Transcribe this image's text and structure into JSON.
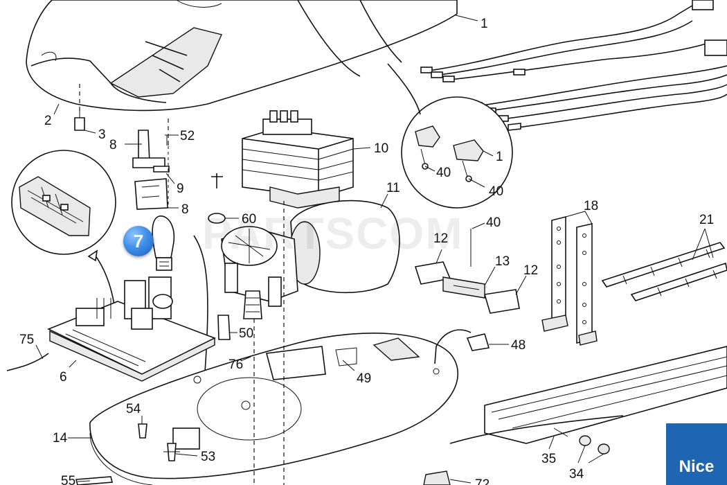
{
  "brand": {
    "logo_text": "Nice"
  },
  "watermark": {
    "text": "PARTSCOM"
  },
  "marker": {
    "label": "7"
  },
  "callouts": [
    "1",
    "2",
    "3",
    "8",
    "52",
    "9",
    "8",
    "10",
    "11",
    "1",
    "40",
    "40",
    "40",
    "12",
    "13",
    "12",
    "18",
    "21",
    "60",
    "50",
    "76",
    "49",
    "48",
    "75",
    "6",
    "54",
    "14",
    "53",
    "35",
    "34",
    "55",
    "72"
  ]
}
